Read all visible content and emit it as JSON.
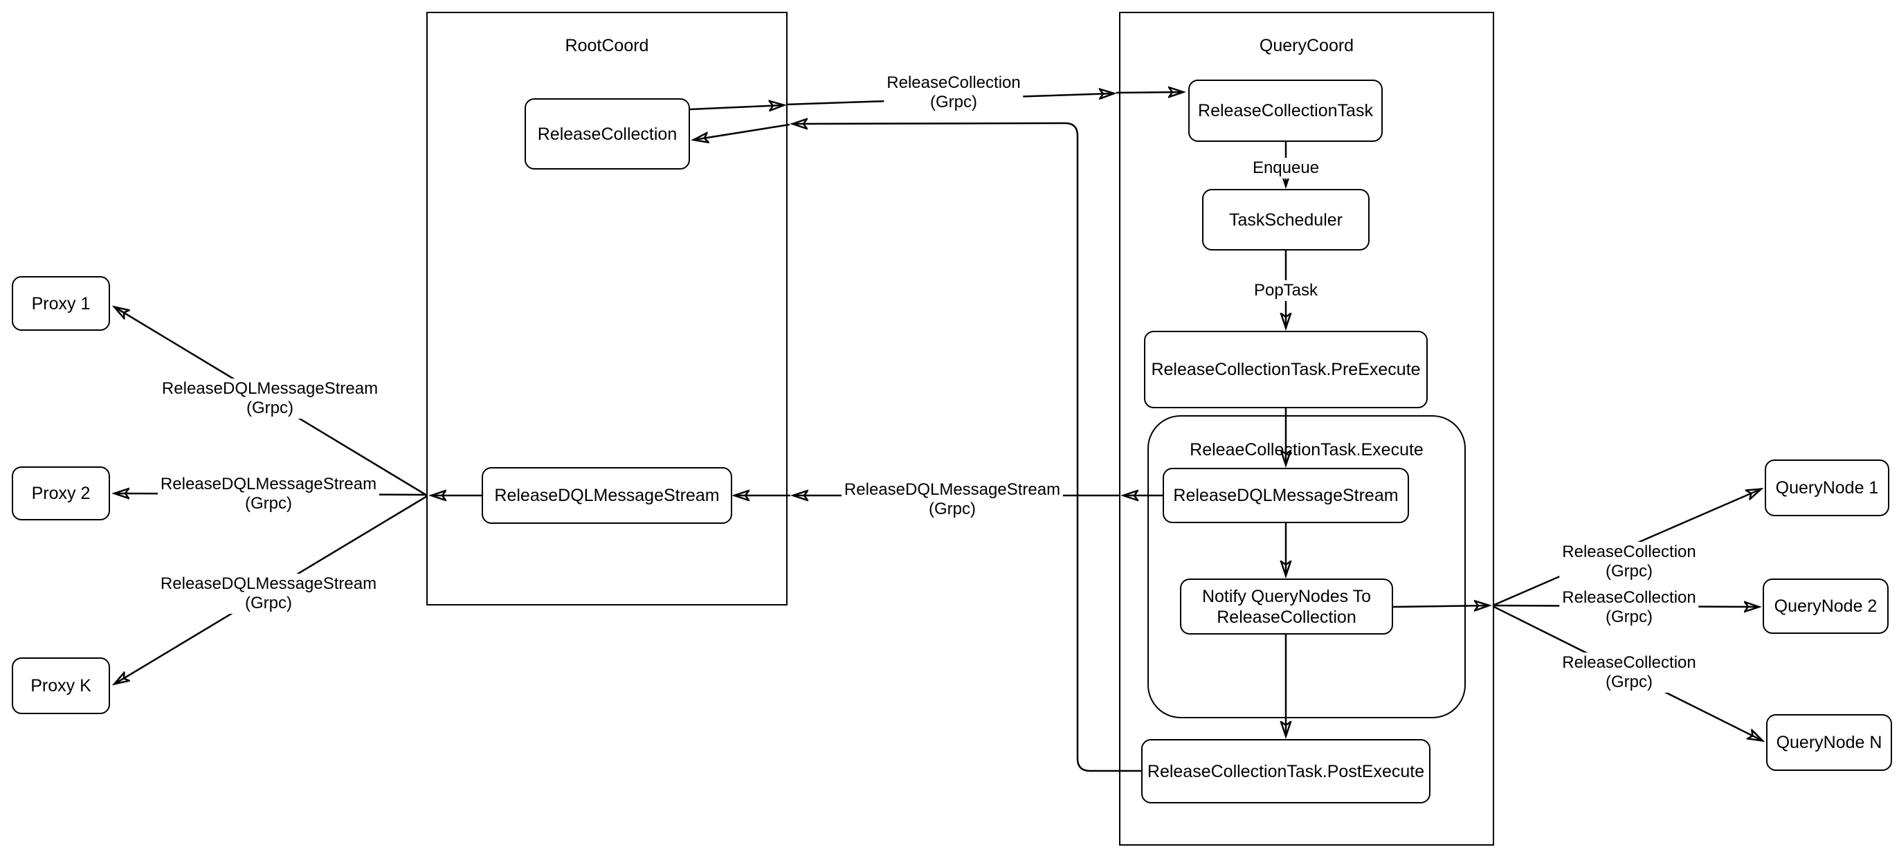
{
  "canvas": {
    "background": "#ffffff",
    "stroke_color": "#000000",
    "node_fill": "#ffffff",
    "text_color": "#000000"
  },
  "containers": {
    "root_coord": {
      "title": "RootCoord"
    },
    "query_coord": {
      "title": "QueryCoord"
    },
    "execute_group": {
      "title": "ReleaeCollectionTask.Execute"
    }
  },
  "nodes": {
    "release_collection": {
      "label": "ReleaseCollection"
    },
    "release_collection_task": {
      "label": "ReleaseCollectionTask"
    },
    "task_scheduler": {
      "label": "TaskScheduler"
    },
    "pre_execute": {
      "label": "ReleaseCollectionTask.PreExecute"
    },
    "exec_rdms": {
      "label": "ReleaseDQLMessageStream"
    },
    "notify_querynodes": {
      "label": "Notify QueryNodes To\nReleaseCollection"
    },
    "post_execute": {
      "label": "ReleaseCollectionTask.PostExecute"
    },
    "root_rdms": {
      "label": "ReleaseDQLMessageStream"
    },
    "proxy_1": {
      "label": "Proxy 1"
    },
    "proxy_2": {
      "label": "Proxy 2"
    },
    "proxy_k": {
      "label": "Proxy K"
    },
    "query_node_1": {
      "label": "QueryNode 1"
    },
    "query_node_2": {
      "label": "QueryNode 2"
    },
    "query_node_n": {
      "label": "QueryNode N"
    }
  },
  "edge_labels": {
    "request": "ReleaseCollection\n(Grpc)",
    "enqueue": "Enqueue",
    "pop_task": "PopTask",
    "mid_rdms": "ReleaseDQLMessageStream\n(Grpc)",
    "proxy_1": "ReleaseDQLMessageStream\n(Grpc)",
    "proxy_2": "ReleaseDQLMessageStream\n(Grpc)",
    "proxy_k": "ReleaseDQLMessageStream\n(Grpc)",
    "query_node_1": "ReleaseCollection\n(Grpc)",
    "query_node_2": "ReleaseCollection\n(Grpc)",
    "query_node_n": "ReleaseCollection\n(Grpc)"
  }
}
